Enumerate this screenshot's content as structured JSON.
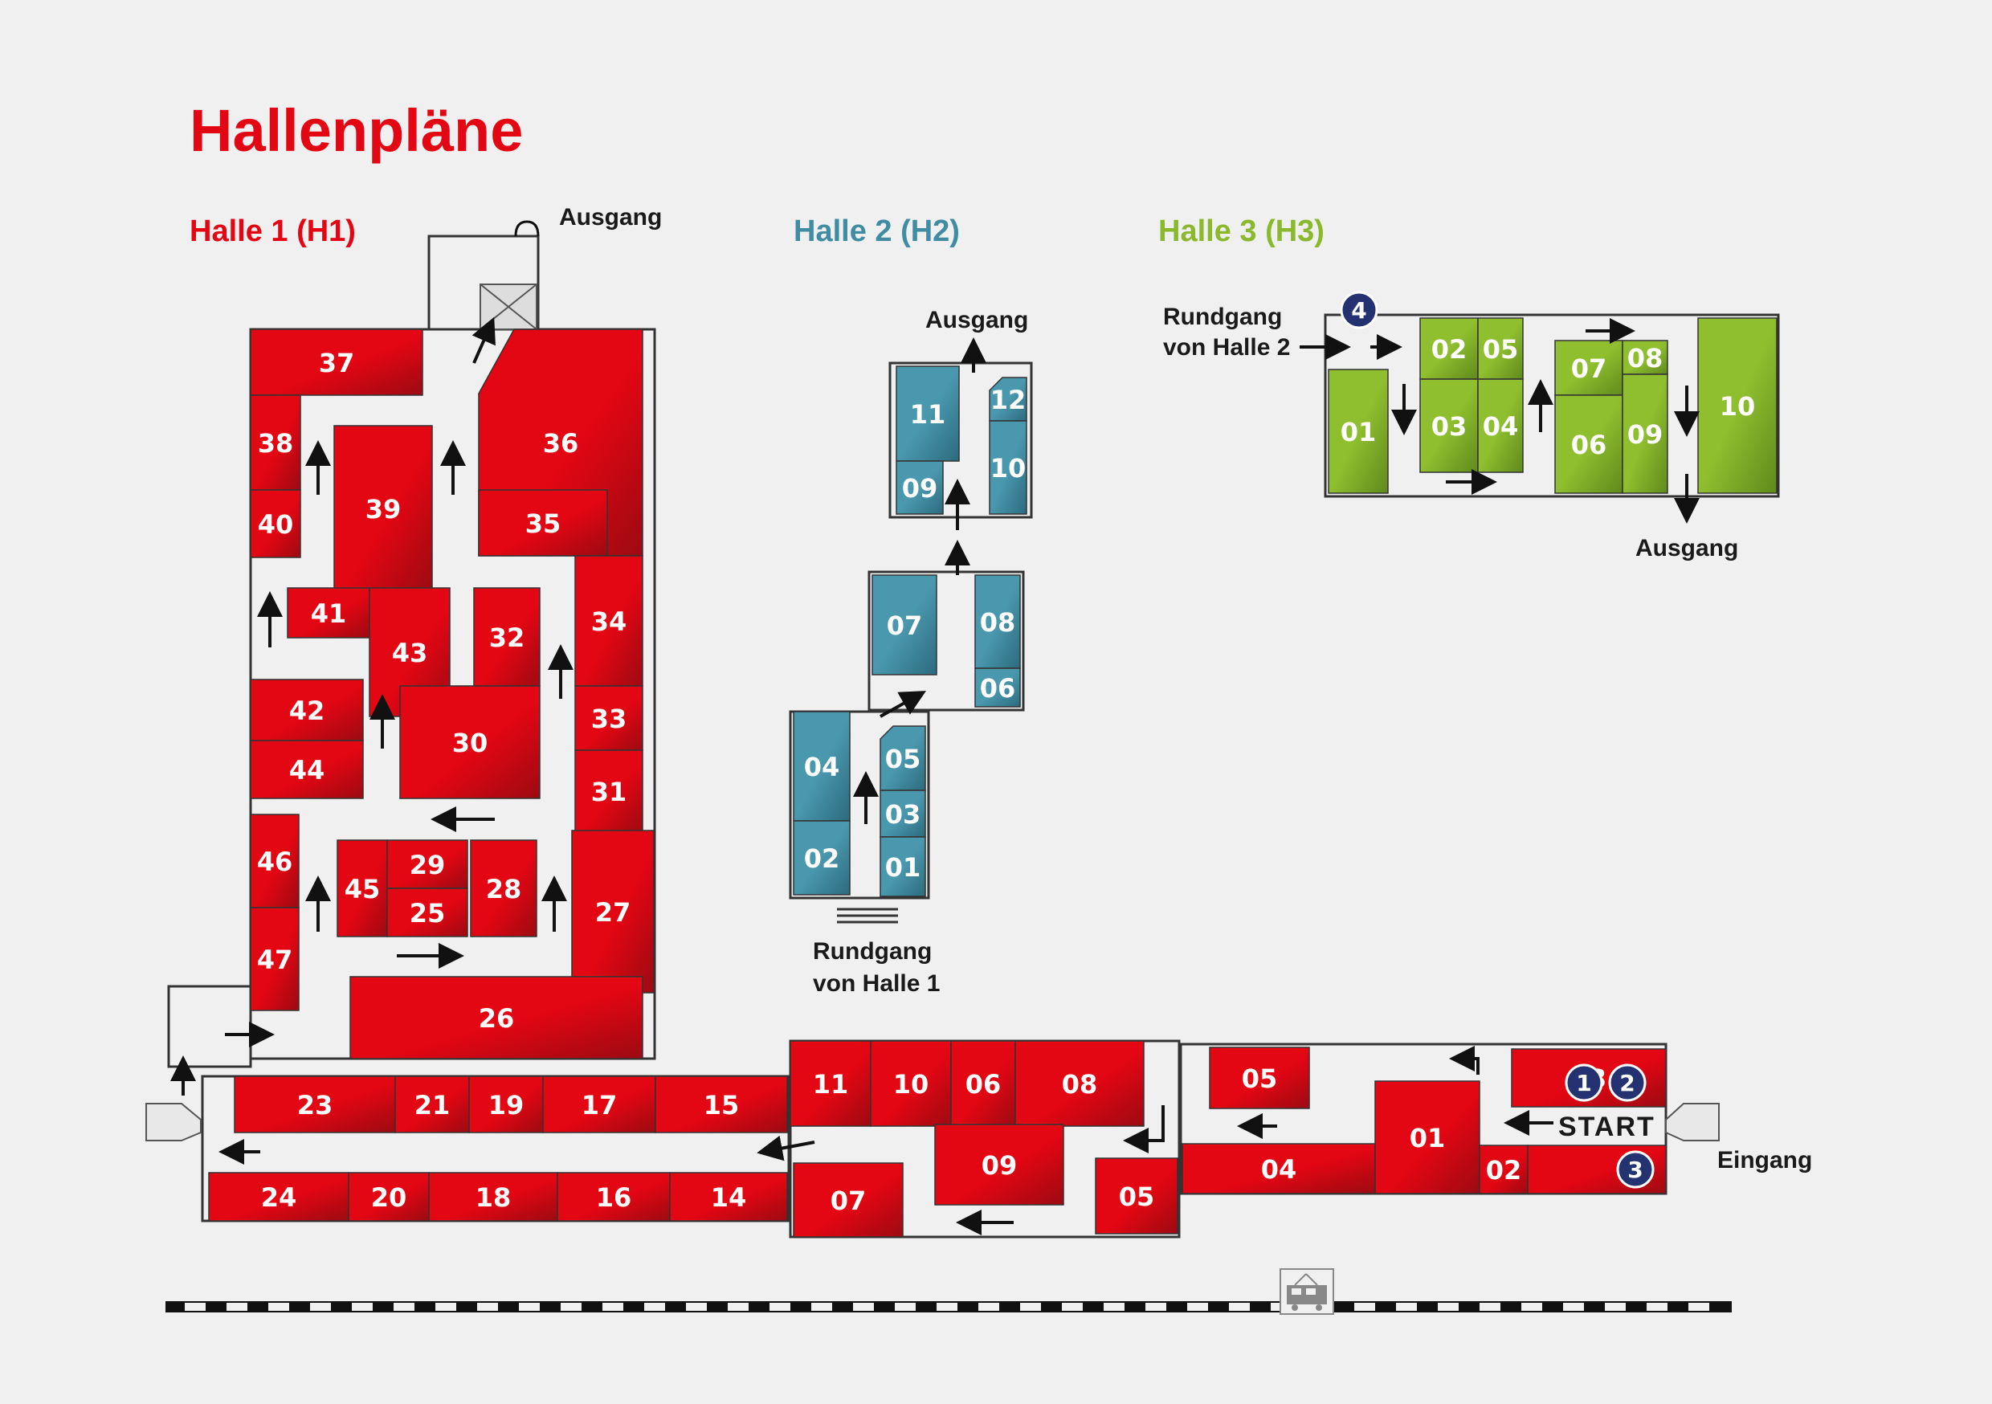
{
  "page_title": "Hallenpläne",
  "colors": {
    "red": "#e30613",
    "blue": "#3f8ca3",
    "green": "#8ab92d",
    "navy": "#243272"
  },
  "halls": {
    "h1": {
      "title": "Halle 1 (H1)"
    },
    "h2": {
      "title": "Halle 2 (H2)"
    },
    "h3": {
      "title": "Halle 3 (H3)"
    }
  },
  "labels": {
    "ausgang": "Ausgang",
    "eingang": "Eingang",
    "start": "START",
    "rundgang_1_a": "Rundgang",
    "rundgang_1_b": "von Halle 1",
    "rundgang_2_a": "Rundgang",
    "rundgang_2_b": "von Halle 2"
  },
  "markers": [
    "1",
    "2",
    "3",
    "4"
  ],
  "booths": {
    "h1": [
      "37",
      "36",
      "38",
      "39",
      "40",
      "35",
      "41",
      "43",
      "32",
      "34",
      "42",
      "30",
      "44",
      "33",
      "31",
      "46",
      "45",
      "29",
      "25",
      "28",
      "27",
      "47",
      "26",
      "23",
      "21",
      "19",
      "17",
      "15",
      "24",
      "20",
      "18",
      "16",
      "14",
      "11",
      "10",
      "06",
      "08",
      "09",
      "07",
      "05",
      "05",
      "04",
      "01",
      "03",
      "02"
    ],
    "h2": [
      "11",
      "12",
      "10",
      "09",
      "07",
      "08",
      "06",
      "04",
      "05",
      "03",
      "02",
      "01"
    ],
    "h3": [
      "01",
      "02",
      "05",
      "03",
      "04",
      "07",
      "08",
      "06",
      "09",
      "10"
    ]
  }
}
